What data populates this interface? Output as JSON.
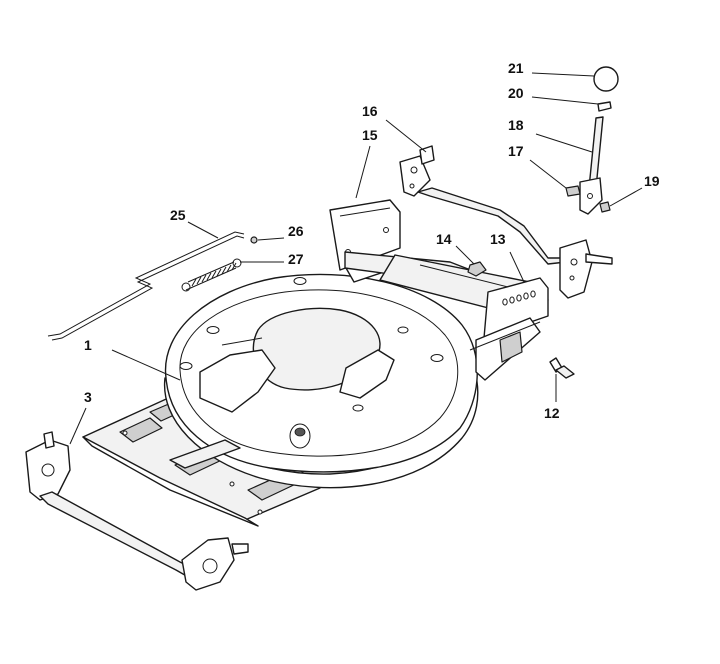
{
  "callouts": [
    {
      "id": "c21",
      "label": "21"
    },
    {
      "id": "c20",
      "label": "20"
    },
    {
      "id": "c18",
      "label": "18"
    },
    {
      "id": "c17",
      "label": "17"
    },
    {
      "id": "c19",
      "label": "19"
    },
    {
      "id": "c16",
      "label": "16"
    },
    {
      "id": "c15",
      "label": "15"
    },
    {
      "id": "c14",
      "label": "14"
    },
    {
      "id": "c13",
      "label": "13"
    },
    {
      "id": "c25",
      "label": "25"
    },
    {
      "id": "c26",
      "label": "26"
    },
    {
      "id": "c27",
      "label": "27"
    },
    {
      "id": "c1",
      "label": "1"
    },
    {
      "id": "c3",
      "label": "3"
    },
    {
      "id": "c12",
      "label": "12"
    }
  ],
  "colors": {
    "line": "#1a1a1a",
    "background": "#ffffff",
    "shade": "#cfcfcf"
  }
}
